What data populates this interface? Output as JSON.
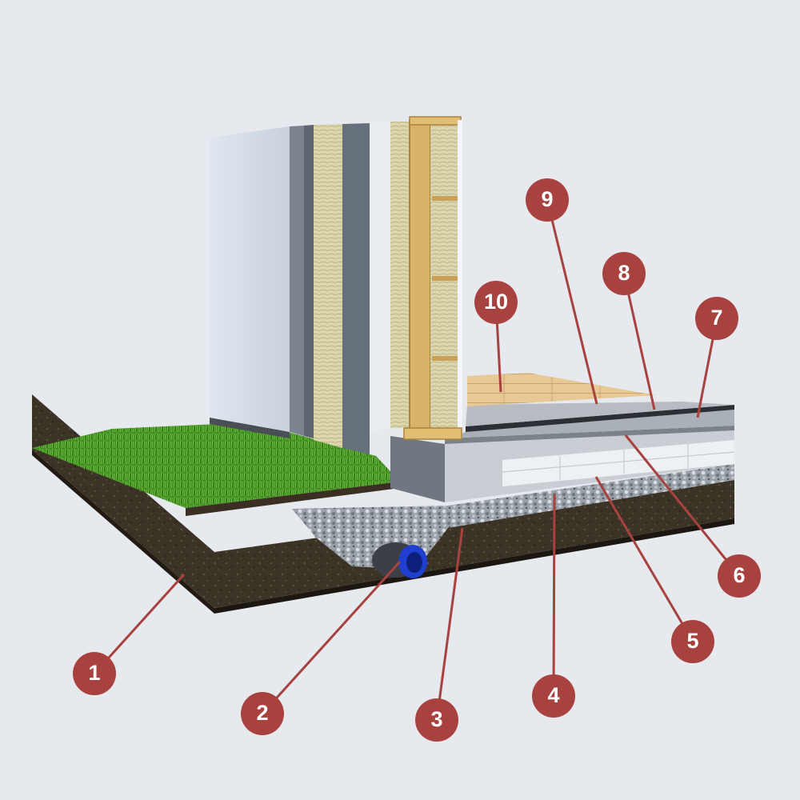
{
  "diagram": {
    "badge_color": "#a8423f",
    "leader_color": "#a8423f",
    "badges": [
      {
        "id": "1",
        "label": "1",
        "part": "soil"
      },
      {
        "id": "2",
        "label": "2",
        "part": "drain-pipe"
      },
      {
        "id": "3",
        "label": "3",
        "part": "gravel-bed"
      },
      {
        "id": "4",
        "label": "4",
        "part": "crushed-stone-base"
      },
      {
        "id": "5",
        "label": "5",
        "part": "rigid-insulation"
      },
      {
        "id": "6",
        "label": "6",
        "part": "concrete-slab"
      },
      {
        "id": "7",
        "label": "7",
        "part": "slab-surface"
      },
      {
        "id": "8",
        "label": "8",
        "part": "membrane"
      },
      {
        "id": "9",
        "label": "9",
        "part": "underlayment"
      },
      {
        "id": "10",
        "label": "10",
        "part": "wood-floor"
      }
    ]
  }
}
